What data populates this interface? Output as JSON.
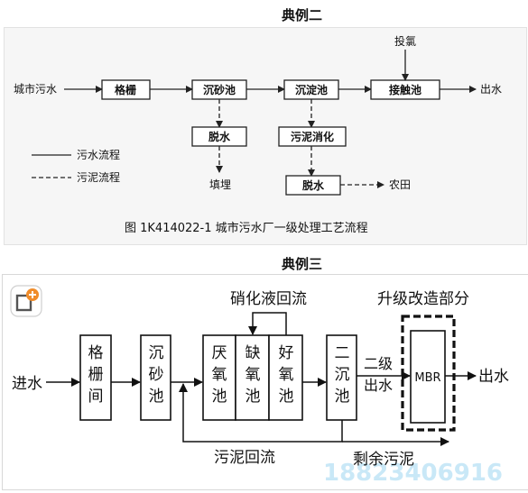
{
  "section1": {
    "title": "典例二",
    "inputs": {
      "sewage": "城市污水",
      "chlorine": "投氯"
    },
    "boxes": {
      "grid": "格栅",
      "grit": "沉砂池",
      "settle": "沉淀池",
      "contact": "接触池",
      "dewater": "脱水",
      "digest": "污泥消化",
      "dewater2": "脱水"
    },
    "outputs": {
      "effluent": "出水",
      "landfill": "填埋",
      "farmland": "农田"
    },
    "legend": {
      "sewage_flow": "污水流程",
      "sludge_flow": "污泥流程"
    },
    "caption": "图 1K414022-1   城市污水厂一级处理工艺流程"
  },
  "section2": {
    "title": "典例三",
    "logo_icon": "plus-logo-icon",
    "labels": {
      "inlet": "进水",
      "nitrate_return": "硝化液回流",
      "upgrade": "升级改造部分",
      "secondary_out": "二级出水",
      "outlet": "出水",
      "sludge_return": "污泥回流",
      "excess_sludge": "剩余污泥"
    },
    "boxes": {
      "screen": "格栅间",
      "grit": "沉砂池",
      "anaerobic": "厌氧池",
      "anoxic": "缺氧池",
      "aerobic": "好氧池",
      "clarifier": "二沉池",
      "mbr": "MBR"
    },
    "watermark": "18823406916"
  },
  "colors": {
    "panel_bg": "#f6f6f6",
    "logo_orange": "#f08c2a",
    "watermark": "#c9e8f7"
  }
}
